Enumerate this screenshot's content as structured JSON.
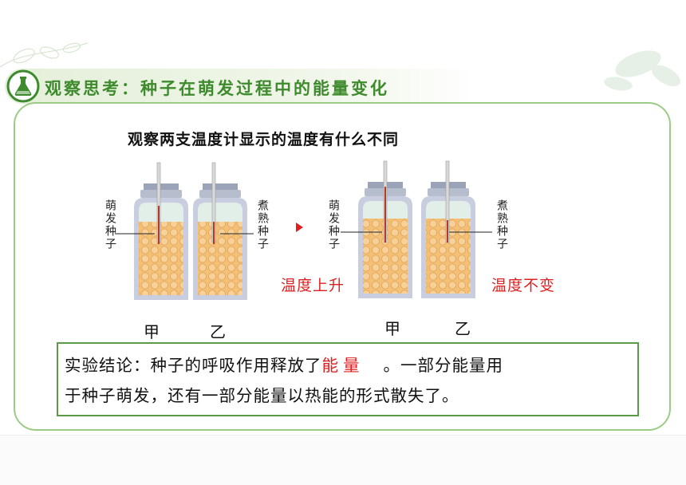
{
  "title": "观察思考：种子在萌发过程中的能量变化",
  "question": "观察两支温度计显示的温度有什么不同",
  "left_diagram": {
    "label_left": "萌发种子",
    "label_right": "煮熟种子",
    "jar_left_name": "甲",
    "jar_right_name": "乙"
  },
  "right_diagram": {
    "label_left": "萌发种子",
    "label_right": "煮熟种子",
    "jar_left_name": "甲",
    "jar_right_name": "乙",
    "result_left": "温度上升",
    "result_right": "温度不变"
  },
  "conclusion": {
    "prefix": "实验结论：种子的呼吸作用释放了",
    "answer": "能量",
    "rest_line1": "。一部分能量用",
    "line2": "于种子萌发，还有一部分能量以热能的形式散失了。"
  },
  "colors": {
    "title_green": "#3d8b2c",
    "frame_green": "#9ccb86",
    "answer_red": "#e02020",
    "seed_orange": "#f2b766"
  },
  "icons": [
    "flask-icon",
    "leaf-decoration",
    "red-arrow-icon"
  ]
}
